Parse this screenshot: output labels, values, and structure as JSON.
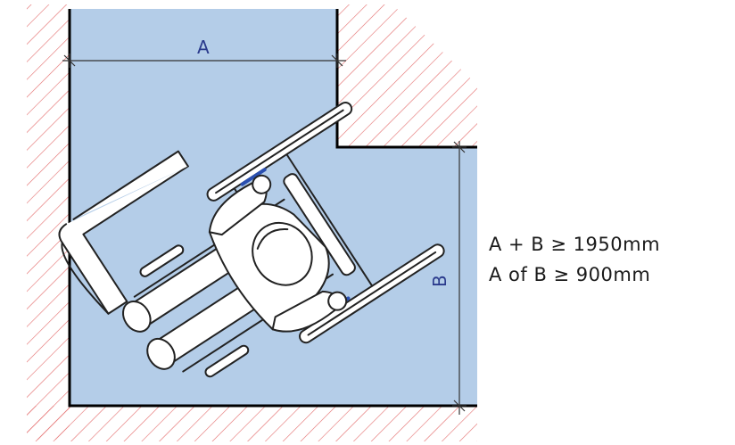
{
  "dimensions": {
    "a_label": "A",
    "b_label": "B"
  },
  "requirements": {
    "line1": "A + B ≥ 1950mm",
    "line2": "A of B ≥ 900mm"
  },
  "colors": {
    "floor": "#b4cde8",
    "wall_hatch": "#e36b6b",
    "wall_line": "#000000",
    "dimension_line": "#333333",
    "dimension_text": "#2a3a8c",
    "figure_outline": "#222222",
    "figure_fill": "#ffffff",
    "accent_blue": "#2a4fb0"
  }
}
